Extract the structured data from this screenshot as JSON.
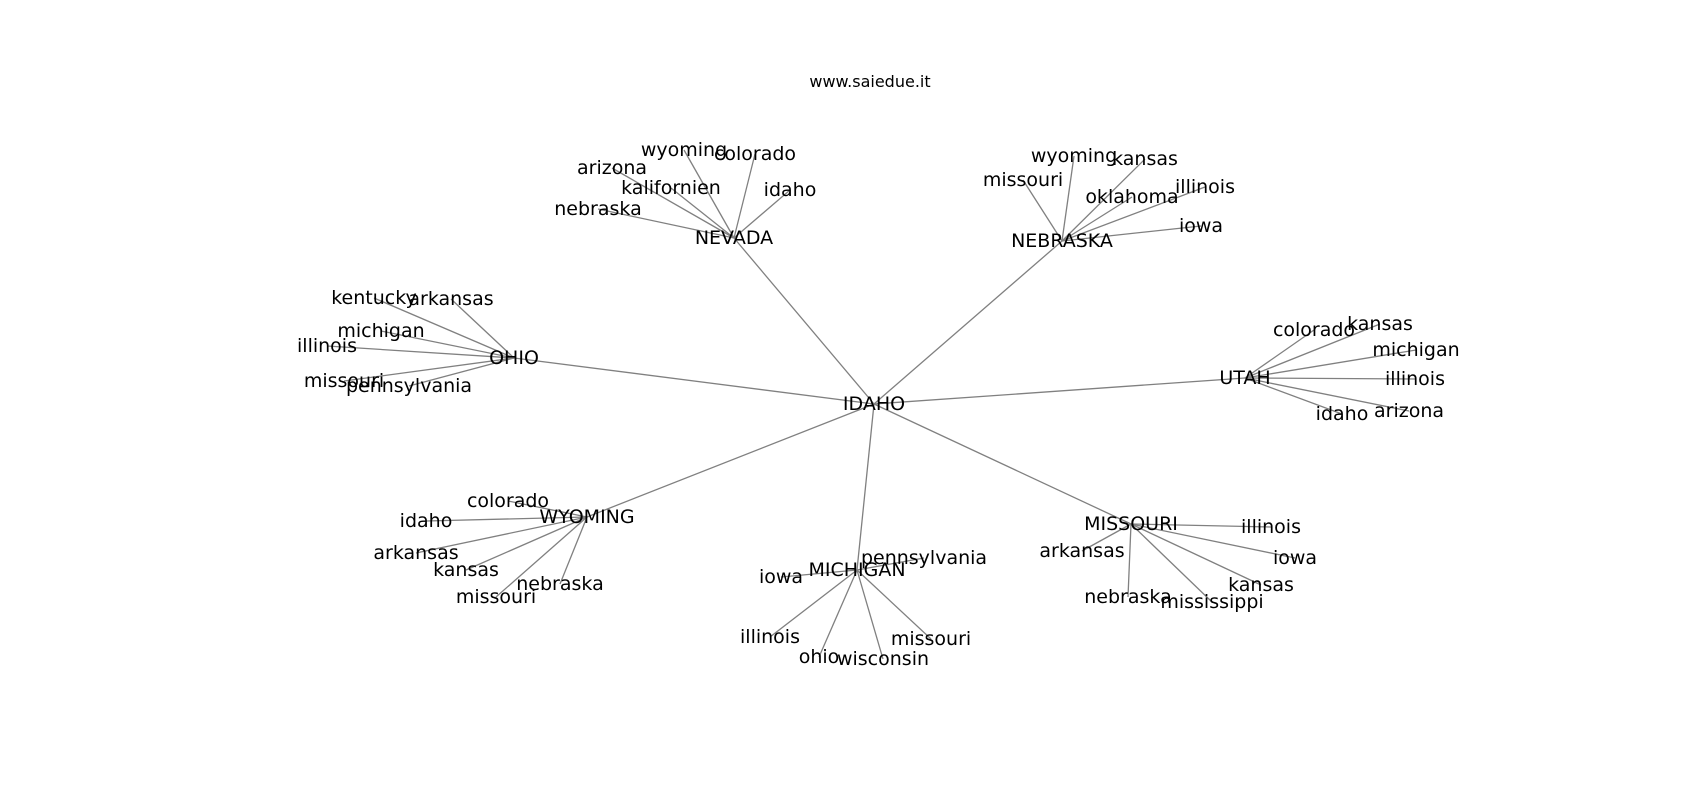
{
  "watermark": "www.saiedue.it",
  "graph": {
    "edge_color": "#808080",
    "text_color": "#000000",
    "center": "IDAHO",
    "hubs": [
      {
        "label": "NEVADA",
        "leaves": [
          "wyoming",
          "colorado",
          "arizona",
          "kalifornien",
          "idaho",
          "nebraska"
        ]
      },
      {
        "label": "NEBRASKA",
        "leaves": [
          "wyoming",
          "kansas",
          "missouri",
          "oklahoma",
          "illinois",
          "iowa"
        ]
      },
      {
        "label": "OHIO",
        "leaves": [
          "kentucky",
          "arkansas",
          "michigan",
          "illinois",
          "missouri",
          "pennsylvania"
        ]
      },
      {
        "label": "UTAH",
        "leaves": [
          "colorado",
          "kansas",
          "michigan",
          "illinois",
          "idaho",
          "arizona"
        ]
      },
      {
        "label": "WYOMING",
        "leaves": [
          "colorado",
          "idaho",
          "arkansas",
          "kansas",
          "nebraska",
          "missouri"
        ]
      },
      {
        "label": "MICHIGAN",
        "leaves": [
          "iowa",
          "pennsylvania",
          "illinois",
          "missouri",
          "ohio",
          "wisconsin"
        ]
      },
      {
        "label": "MISSOURI",
        "leaves": [
          "illinois",
          "arkansas",
          "iowa",
          "kansas",
          "nebraska",
          "mississippi"
        ]
      }
    ]
  }
}
